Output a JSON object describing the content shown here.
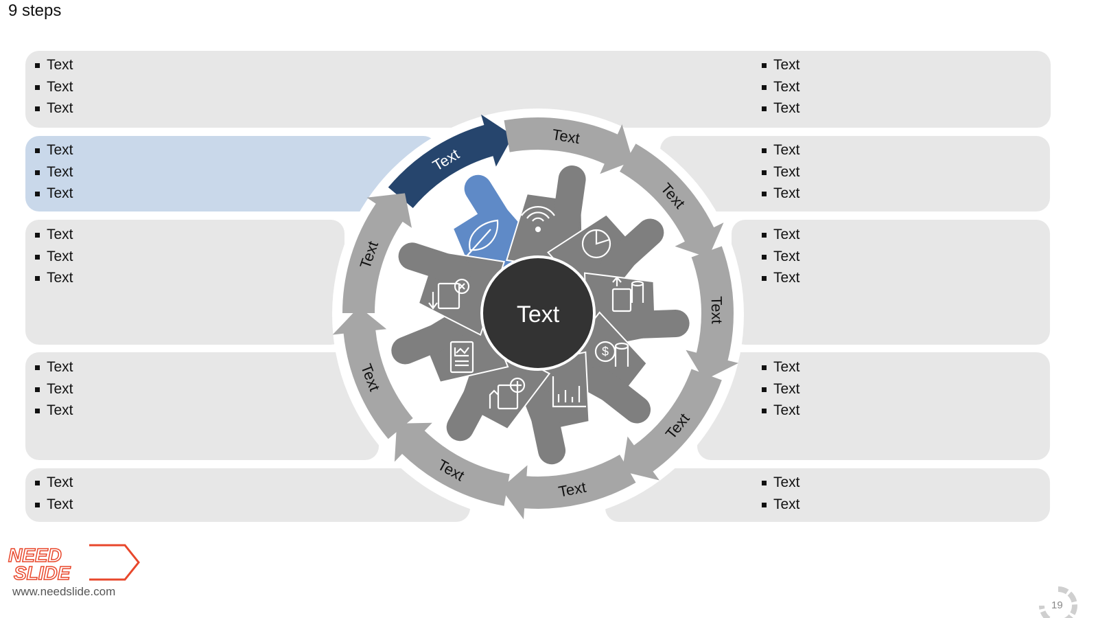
{
  "slide": {
    "title": "9 steps",
    "center_label": "Text",
    "page_number": "19"
  },
  "colors": {
    "active_dark": "#26456d",
    "active_light": "#5f8ac7",
    "active_panel": "#c9d8ea",
    "panel": "#e7e7e7",
    "arrow_gray": "#a6a6a6",
    "spoke_gray": "#7f7f7f",
    "center": "#333333"
  },
  "steps": [
    {
      "label": "Text",
      "icon": "leaf-icon",
      "active": true
    },
    {
      "label": "Text",
      "icon": "wifi-icon",
      "active": false
    },
    {
      "label": "Text",
      "icon": "pie-chart-icon",
      "active": false
    },
    {
      "label": "Text",
      "icon": "calculator-growth-icon",
      "active": false
    },
    {
      "label": "Text",
      "icon": "dollar-coins-icon",
      "active": false
    },
    {
      "label": "Text",
      "icon": "bar-chart-icon",
      "active": false
    },
    {
      "label": "Text",
      "icon": "calculator-add-icon",
      "active": false
    },
    {
      "label": "Text",
      "icon": "report-icon",
      "active": false
    },
    {
      "label": "Text",
      "icon": "calculator-remove-icon",
      "active": false
    }
  ],
  "text_blocks": [
    {
      "items": [
        "Text",
        "Text",
        "Text"
      ]
    },
    {
      "items": [
        "Text",
        "Text",
        "Text"
      ]
    },
    {
      "items": [
        "Text",
        "Text",
        "Text"
      ]
    },
    {
      "items": [
        "Text",
        "Text",
        "Text"
      ]
    },
    {
      "items": [
        "Text",
        "Text"
      ]
    },
    {
      "items": [
        "Text",
        "Text",
        "Text"
      ]
    },
    {
      "items": [
        "Text",
        "Text",
        "Text"
      ]
    },
    {
      "items": [
        "Text",
        "Text",
        "Text"
      ]
    },
    {
      "items": [
        "Text",
        "Text",
        "Text"
      ]
    },
    {
      "items": [
        "Text",
        "Text"
      ]
    }
  ],
  "footer": {
    "url": "www.needslide.com",
    "logo_line1": "NEED",
    "logo_line2": "SLIDE"
  }
}
